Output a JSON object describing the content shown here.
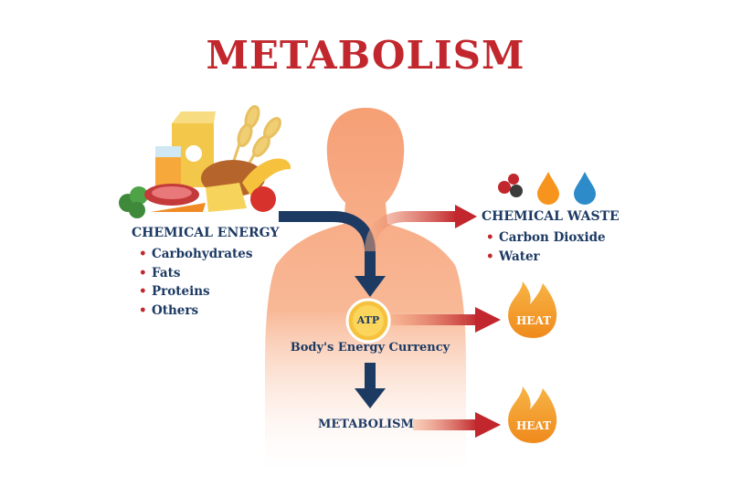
{
  "title": "METABOLISM",
  "left": {
    "heading": "CHEMICAL ENERGY",
    "items": [
      "Carbohydrates",
      "Fats",
      "Proteins",
      "Others"
    ]
  },
  "right": {
    "heading": "CHEMICAL WASTE",
    "items": [
      "Carbon Dioxide",
      "Water"
    ]
  },
  "center": {
    "atp_label": "ATP",
    "currency_label": "Body's Energy Currency",
    "metabolism_label": "METABOLISM"
  },
  "heat_label": "HEAT",
  "colors": {
    "title": "#c1272d",
    "text": "#1d3a63",
    "body": "#f6a078",
    "arrow_blue": "#1d3a63",
    "arrow_red": "#c1272d",
    "flame": "#f7941d",
    "water_drop": "#2e8bc9"
  }
}
